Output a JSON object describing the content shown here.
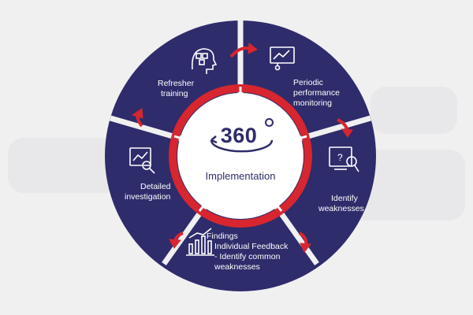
{
  "diagram": {
    "center": {
      "number": "360",
      "label": "Implementation"
    },
    "segments": [
      {
        "label_lines": [
          "Periodic",
          "performance",
          "monitoring"
        ]
      },
      {
        "label_lines": [
          "Identify",
          "weaknesses"
        ]
      },
      {
        "label_lines": [
          "Findings",
          "Individual Feedback",
          "- Identify common",
          "weaknesses"
        ]
      },
      {
        "label_lines": [
          "Detailed",
          "investigation"
        ]
      },
      {
        "label_lines": [
          "Refresher",
          "training"
        ]
      }
    ],
    "colors": {
      "navy": "#2e2c6b",
      "red": "#d7262f",
      "background": "#f0f0f1",
      "white": "#ffffff"
    },
    "icons": [
      "presentation-board-icon",
      "question-screen-icon",
      "growth-chart-icon",
      "magnifier-chart-icon",
      "head-puzzle-icon"
    ]
  }
}
